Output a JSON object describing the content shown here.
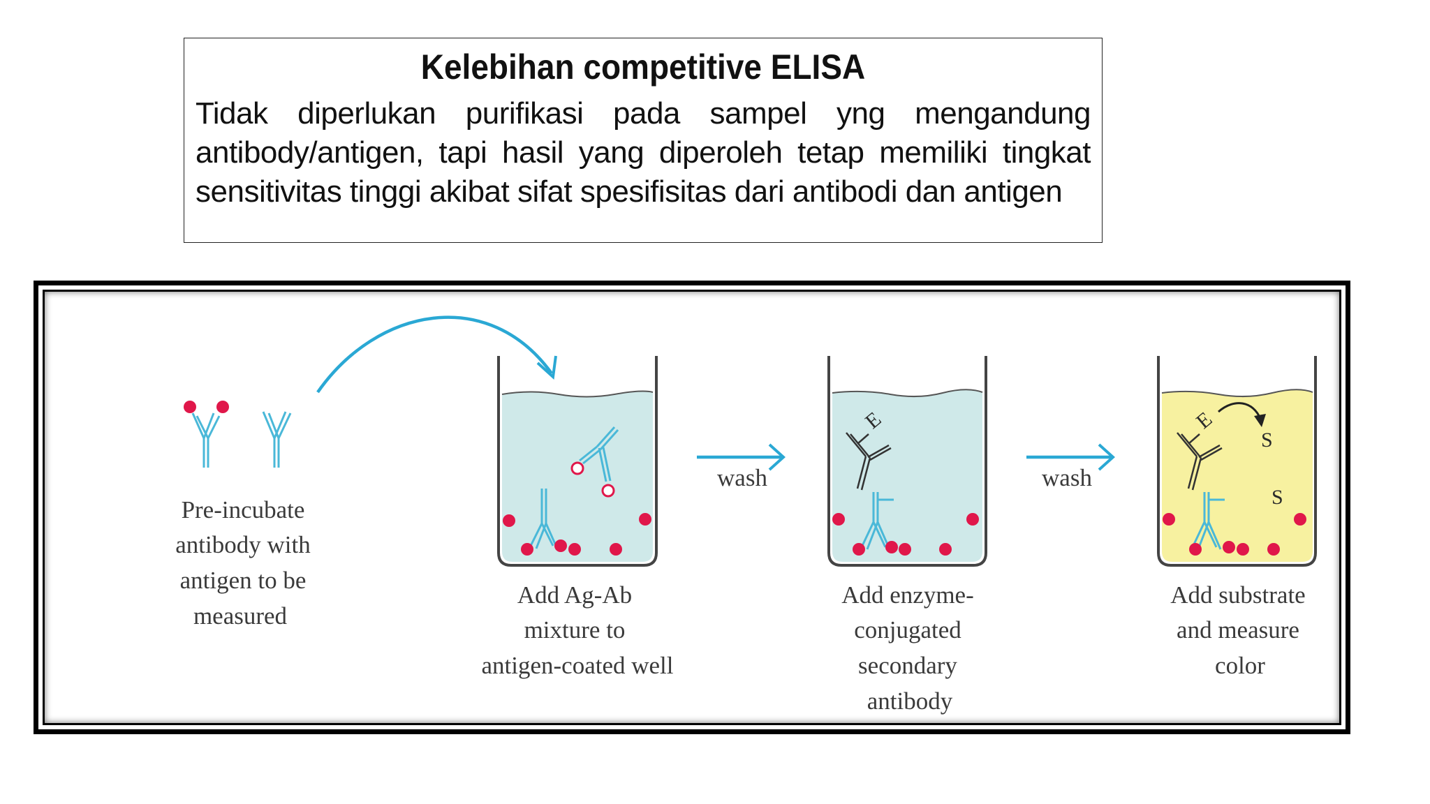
{
  "textbox": {
    "title": "Kelebihan competitive ELISA",
    "body": "Tidak diperlukan purifikasi pada sampel yng mengandung antibody/antigen, tapi hasil yang diperoleh tetap memiliki tingkat sensitivitas tinggi akibat sifat spesifisitas dari antibodi dan antigen"
  },
  "diagram": {
    "steps": [
      {
        "caption": [
          "Pre-incubate",
          "antibody with",
          "antigen to be",
          "measured"
        ]
      },
      {
        "caption": [
          "Add Ag-Ab",
          "mixture to",
          "antigen-coated well"
        ]
      },
      {
        "caption": [
          "Add enzyme-",
          "conjugated",
          "secondary",
          "antibody"
        ]
      },
      {
        "caption": [
          "Add substrate",
          "and measure",
          "color"
        ]
      }
    ],
    "arrow_labels": [
      "wash",
      "wash"
    ],
    "enzyme_label": "E",
    "substrate_label": "S",
    "colors": {
      "antigen": "#e0174a",
      "primary_antibody": "#4ab8d8",
      "secondary_antibody": "#222222",
      "arrow": "#2aa8d4",
      "well_liquid": "#cfe9e9",
      "substrate_liquid": "#f7f1a0",
      "well_wall": "#444444"
    }
  }
}
